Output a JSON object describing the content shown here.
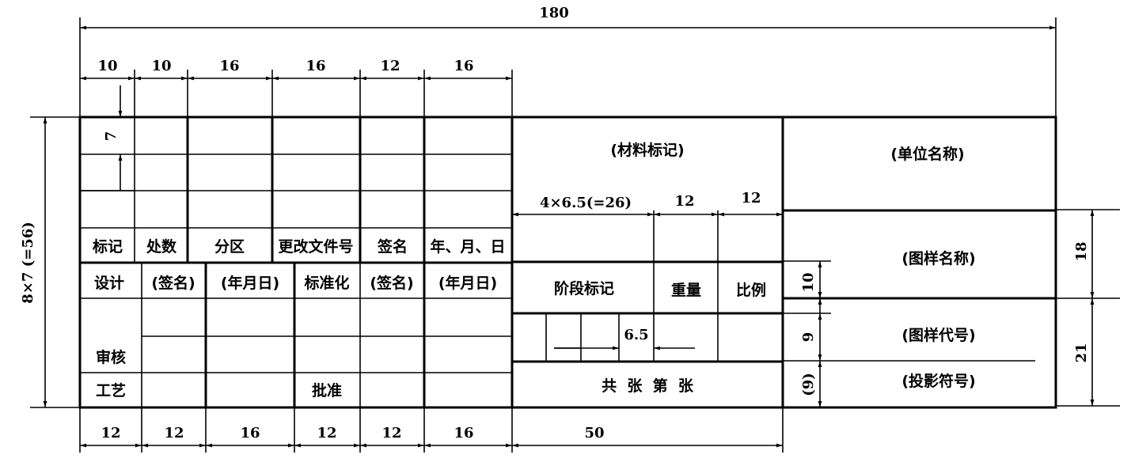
{
  "dimensions": {
    "overall_width": "180",
    "overall_height": "8×7 (=56)",
    "row_height": "7",
    "top_columns": [
      "10",
      "10",
      "16",
      "16",
      "12",
      "16"
    ],
    "bottom_columns": [
      "12",
      "12",
      "16",
      "12",
      "12",
      "16",
      "50"
    ],
    "material_block": [
      "4×6.5(=26)",
      "12",
      "12"
    ],
    "stage_cell": "6.5",
    "right_block": [
      "10",
      "9",
      "(9)"
    ],
    "far_right": [
      "18",
      "21"
    ]
  },
  "revision_header": [
    "标记",
    "处数",
    "分区",
    "更改文件号",
    "签名",
    "年、月、日"
  ],
  "signature_header": [
    "设计",
    "(签名)",
    "(年月日)",
    "标准化",
    "(签名)",
    "(年月日)"
  ],
  "signature_rows": {
    "review": "审核",
    "process": "工艺",
    "approve": "批准"
  },
  "middle": {
    "material": "(材料标记)",
    "stage": "阶段标记",
    "weight": "重量",
    "scale": "比例",
    "sheets": "共  张  第  张"
  },
  "right": {
    "unit_name": "(单位名称)",
    "drawing_name": "(图样名称)",
    "drawing_code": "(图样代号)",
    "projection": "(投影符号)"
  }
}
